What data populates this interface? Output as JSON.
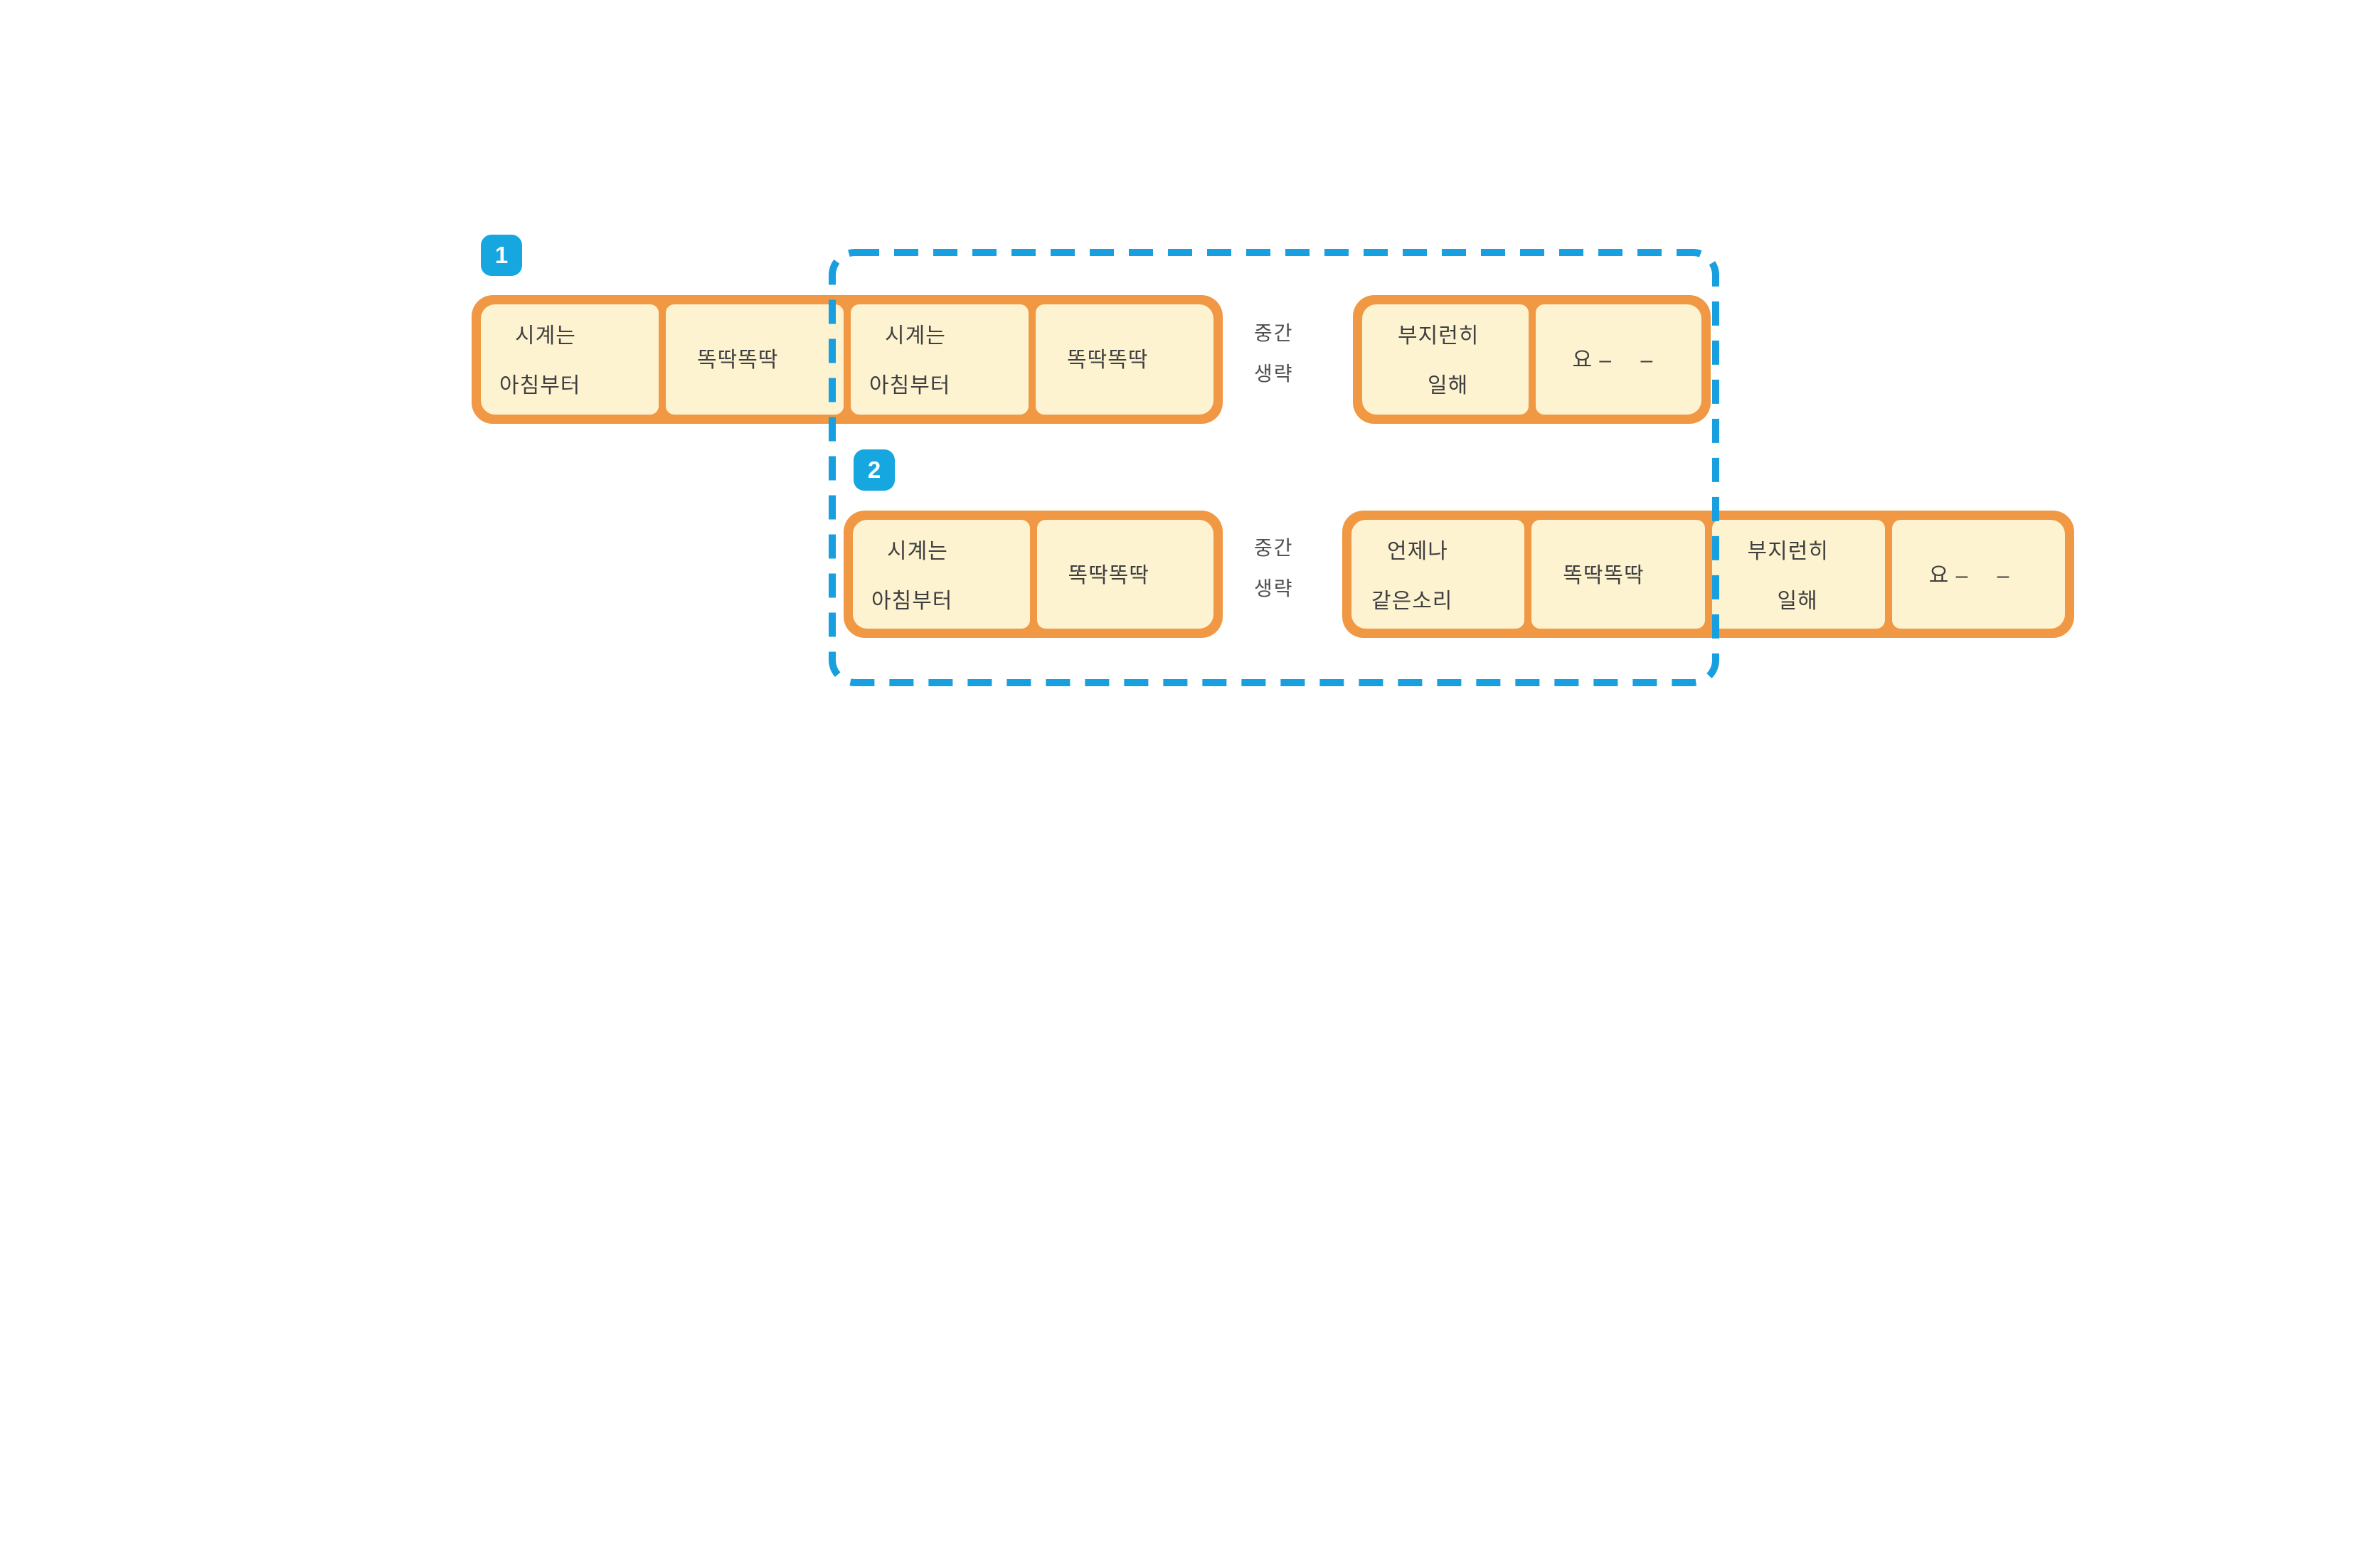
{
  "colors": {
    "strip_border_orange": "#F09843",
    "cell_fill_cream": "#FDF3D1",
    "highlight_dashed_blue": "#189FE0",
    "badge_blue": "#16A6E0",
    "lyric_text": "#3F3F3F",
    "ellipsis_text": "#4D4E50"
  },
  "badges": {
    "first": "1",
    "second": "2"
  },
  "ellipsis": {
    "line1": "중간",
    "line2": "생략"
  },
  "row1": {
    "strip_left": {
      "cells": [
        {
          "line1": "시계는",
          "line2": "아침부터"
        },
        {
          "line1": "똑딱똑딱"
        },
        {
          "line1": "시계는",
          "line2": "아침부터"
        },
        {
          "line1": "똑딱똑딱"
        }
      ]
    },
    "strip_right": {
      "cells": [
        {
          "line1": "부지런히",
          "line2": "일해"
        },
        {
          "line1": "요 –  –"
        }
      ]
    }
  },
  "row2": {
    "strip_left": {
      "cells": [
        {
          "line1": "시계는",
          "line2": "아침부터"
        },
        {
          "line1": "똑딱똑딱"
        }
      ]
    },
    "strip_right": {
      "cells": [
        {
          "line1": "언제나",
          "line2": "같은소리"
        },
        {
          "line1": "똑딱똑딱"
        },
        {
          "line1": "부지런히",
          "line2": "일해"
        },
        {
          "line1": "요 –  –"
        }
      ]
    }
  }
}
